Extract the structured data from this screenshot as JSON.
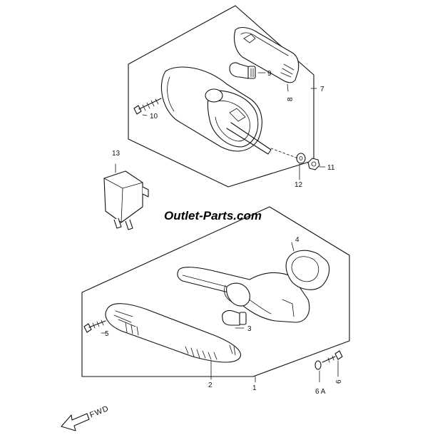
{
  "watermark": "Outlet-Parts.com",
  "direction_label": "FWD",
  "callouts": {
    "c1": "1",
    "c2": "2",
    "c3": "3",
    "c4": "4",
    "c5": "5",
    "c6": "6",
    "c6a": "6 A",
    "c7": "7",
    "c8": "8",
    "c9": "9",
    "c10": "10",
    "c11": "11",
    "c12": "12",
    "c13": "13"
  }
}
